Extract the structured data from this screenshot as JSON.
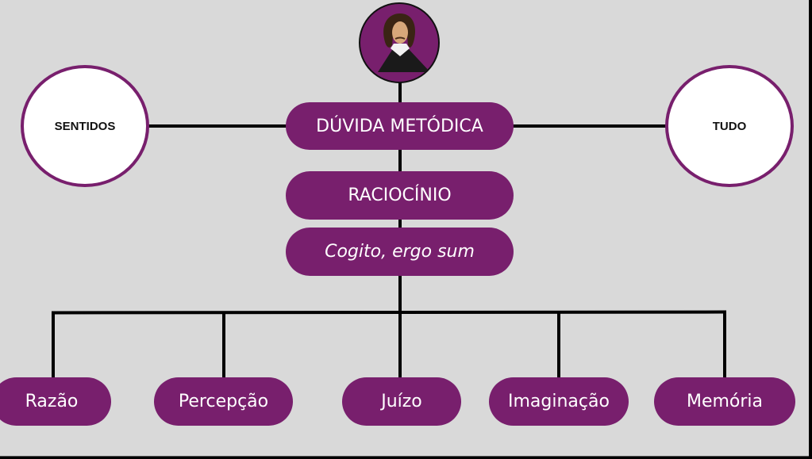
{
  "colors": {
    "pill": "#781f6d",
    "background": "#d9d9d9",
    "line": "#000000"
  },
  "portrait": {
    "icon": "descartes-portrait-icon"
  },
  "center": {
    "main": "DÚVIDA METÓDICA",
    "reasoning": "RACIOCÍNIO",
    "cogito": "Cogito, ergo sum"
  },
  "sides": {
    "left": "SENTIDOS",
    "right": "TUDO"
  },
  "faculties": [
    "Razão",
    "Percepção",
    "Juízo",
    "Imaginação",
    "Memória"
  ]
}
